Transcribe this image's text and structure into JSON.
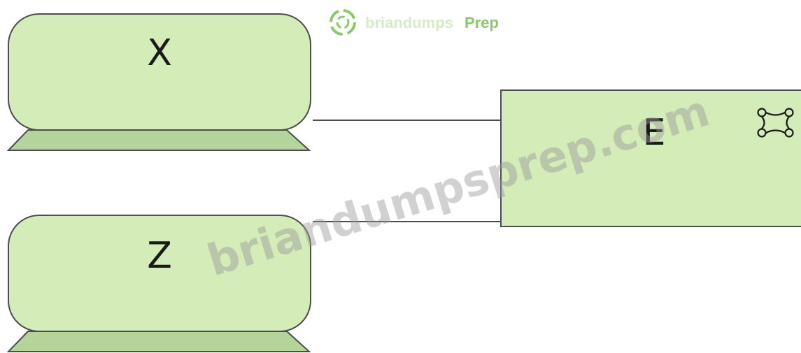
{
  "nodes": {
    "x": {
      "label": "X"
    },
    "z": {
      "label": "Z"
    },
    "e": {
      "label": "E",
      "icon": "application-component-icon"
    }
  },
  "watermark": {
    "text": "briandumpsprep.com",
    "brand_word": "Prep",
    "brand_faded": "briandumps"
  },
  "colors": {
    "node_fill": "#d3ecb8",
    "node_base": "#b3d49a",
    "stroke": "#4d4d4d",
    "brand": "#8cc76a"
  }
}
